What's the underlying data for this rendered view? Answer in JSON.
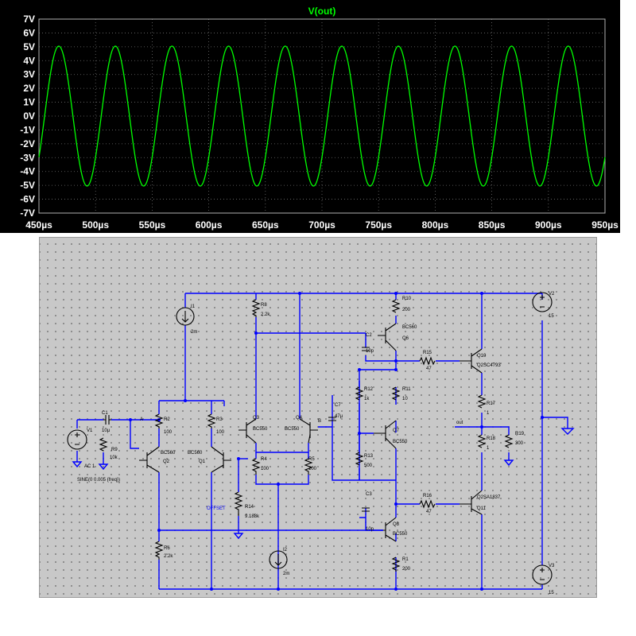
{
  "plot": {
    "title": "V(out)",
    "y_ticks": [
      "7V",
      "6V",
      "5V",
      "4V",
      "3V",
      "2V",
      "1V",
      "0V",
      "-1V",
      "-2V",
      "-3V",
      "-4V",
      "-5V",
      "-6V",
      "-7V"
    ],
    "x_ticks": [
      "450µs",
      "500µs",
      "550µs",
      "600µs",
      "650µs",
      "700µs",
      "750µs",
      "800µs",
      "850µs",
      "900µs",
      "950µs"
    ],
    "trace_color": "#00ff00",
    "background_color": "#000000"
  },
  "chart_data": {
    "type": "line",
    "title": "V(out)",
    "xlabel": "",
    "ylabel": "",
    "xlim": [
      450,
      950
    ],
    "ylim": [
      -7,
      7
    ],
    "x_unit": "µs",
    "y_unit": "V",
    "grid": true,
    "series": [
      {
        "name": "V(out)",
        "amplitude": 5.05,
        "frequency_kHz": 20,
        "x_at_first_peak": 467.5
      }
    ]
  },
  "schematic": {
    "sources": {
      "V1_name": "V1",
      "V1_ac": "AC 1",
      "V1_sine": "SINE(0 0.005 {freq})",
      "V2_name": "V2",
      "V2_value": "15",
      "V3_name": "V3",
      "V3_value": "15",
      "I1_name": "I1",
      "I1_value": "2m",
      "I2_name": "I2",
      "I2_value": "2m"
    },
    "transistors": {
      "Q1": "Q1",
      "Q1_model": "BC560",
      "Q2": "Q2",
      "Q2_model": "BC560",
      "Q3": "Q3",
      "Q3_model": "BC550",
      "Q4": "Q4",
      "Q4_model": "BC550",
      "Q6": "Q6",
      "Q6_model": "BC560",
      "Q7": "Q7",
      "Q7_model": "BC550",
      "Q8": "Q8",
      "Q8_model": "BC550",
      "Q10": "Q10",
      "Q10_model": "Q2SC4793",
      "Q11": "Q11",
      "Q11_model": "Q2SA1837"
    },
    "resistors": {
      "R1": "R1",
      "R1_value": "200",
      "R2": "R2",
      "R2_value": "100",
      "R3": "R3",
      "R3_value": "100",
      "R4": "R4",
      "R4_value": "100",
      "R5": "R5",
      "R5_value": "100",
      "R6": "R6",
      "R6_value": "2.2k",
      "R8": "R8",
      "R8_value": "2.2k",
      "R9": "R9",
      "R9_value": "10k",
      "R10": "R10",
      "R10_value": "200",
      "R11": "R11",
      "R11_value": "10",
      "R12": "R12",
      "R12_value": "1k",
      "R13": "R13",
      "R13_value": "500",
      "R14": "R14",
      "R14_value": "9.188k",
      "R15": "R15",
      "R15_value": "47",
      "R16": "R16",
      "R16_value": "47",
      "R17": "R17",
      "R17_value": "1",
      "R18": "R18",
      "R18_value": "1",
      "R19": "R19",
      "R19_value": "300"
    },
    "capacitors": {
      "C1": "C1",
      "C1_value": "10µ",
      "C2": "C2",
      "C2_value": "10p",
      "C3": "C3",
      "C3_value": "10p",
      "C7": "C7",
      "C7_value": "47µ"
    },
    "nets": {
      "A": "A",
      "B": "B",
      "out": "out",
      "offset": "OFFSET"
    }
  }
}
